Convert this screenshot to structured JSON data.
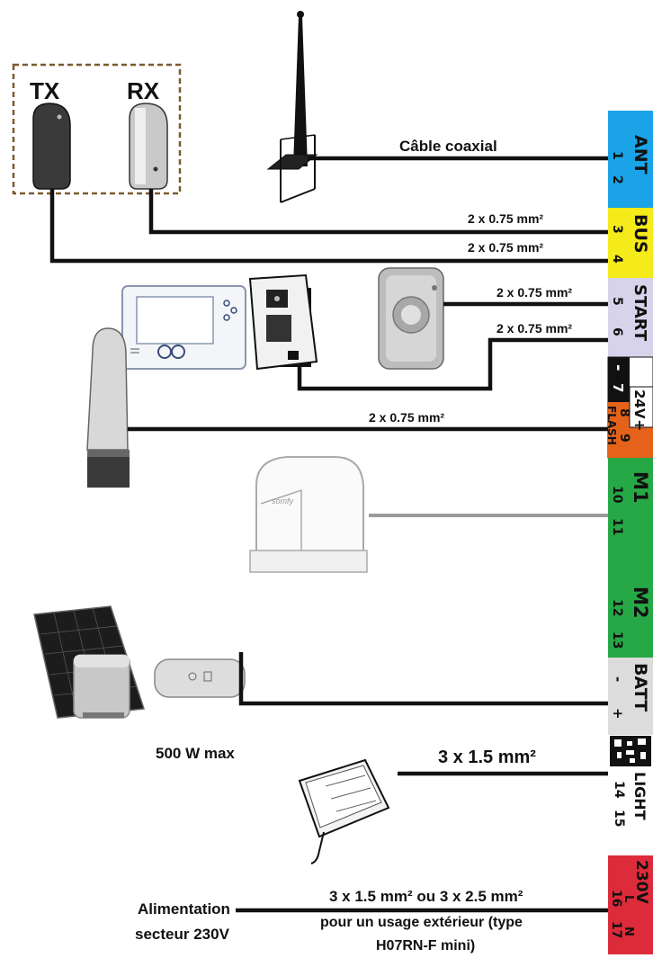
{
  "devices": {
    "tx_label": "TX",
    "rx_label": "RX"
  },
  "cables": {
    "coax": "Câble coaxial",
    "rx_wire": "2 x 0.75 mm²",
    "tx_wire": "2 x 0.75 mm²",
    "keypad_wire": "2 x 0.75 mm²",
    "intercom_wire": "2 x 0.75 mm²",
    "flash_wire": "2 x 0.75 mm²",
    "light_wire": "3 x 1.5 mm²"
  },
  "light_max": "500 W max",
  "power": {
    "label_line1": "Alimentation",
    "label_line2": "secteur 230V",
    "cable_line1": "3 x 1.5 mm² ou 3 x 2.5 mm²",
    "cable_line2": "pour un usage extérieur (type",
    "cable_line3": "H07RN-F mini)"
  },
  "terminals": {
    "ant": {
      "name": "ANT",
      "t1": "1",
      "t2": "2",
      "color": "#1aa3e6"
    },
    "bus": {
      "name": "BUS",
      "t1": "3",
      "t2": "4",
      "color": "#f5ea1a"
    },
    "start": {
      "name": "START",
      "t1": "5",
      "t2": "6",
      "color": "#d6d3ea"
    },
    "v24": {
      "name": "24V",
      "minus": "-",
      "plus": "+",
      "t7": "7",
      "t8": "8",
      "t9": "9",
      "flash": "FLASH",
      "color": "#e5621b"
    },
    "m1": {
      "name": "M1",
      "t1": "10",
      "t2": "11",
      "color": "#27a847"
    },
    "m2": {
      "name": "M2",
      "t1": "12",
      "t2": "13",
      "color": "#27a847"
    },
    "batt": {
      "name": "BATT",
      "minus": "-",
      "plus": "+",
      "color": "#dcdcdc"
    },
    "light": {
      "name": "LIGHT",
      "t1": "14",
      "t2": "15",
      "color": "#ffffff"
    },
    "v230": {
      "name": "230V",
      "l": "L",
      "n": "N",
      "t1": "16",
      "t2": "17",
      "color": "#dc2b3a"
    }
  }
}
